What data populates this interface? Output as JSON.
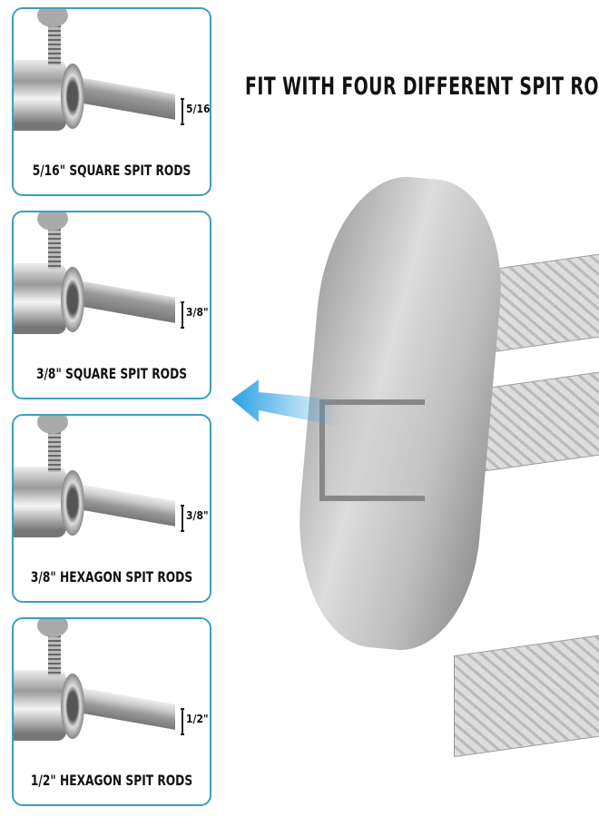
{
  "headline": "FIT WITH FOUR DIFFERENT SPIT RODS",
  "colors": {
    "panel_border": "#3a9fc0",
    "arrow": "#2aa0e6"
  },
  "panels": [
    {
      "size": "5/16\"",
      "label": "5/16\" SQUARE SPIT RODS",
      "shape": "square"
    },
    {
      "size": "3/8\"",
      "label": "3/8\" SQUARE SPIT RODS",
      "shape": "square"
    },
    {
      "size": "3/8\"",
      "label": "3/8\" HEXAGON SPIT RODS",
      "shape": "hexagon"
    },
    {
      "size": "1/2\"",
      "label": "1/2\" HEXAGON SPIT RODS",
      "shape": "hexagon"
    }
  ]
}
